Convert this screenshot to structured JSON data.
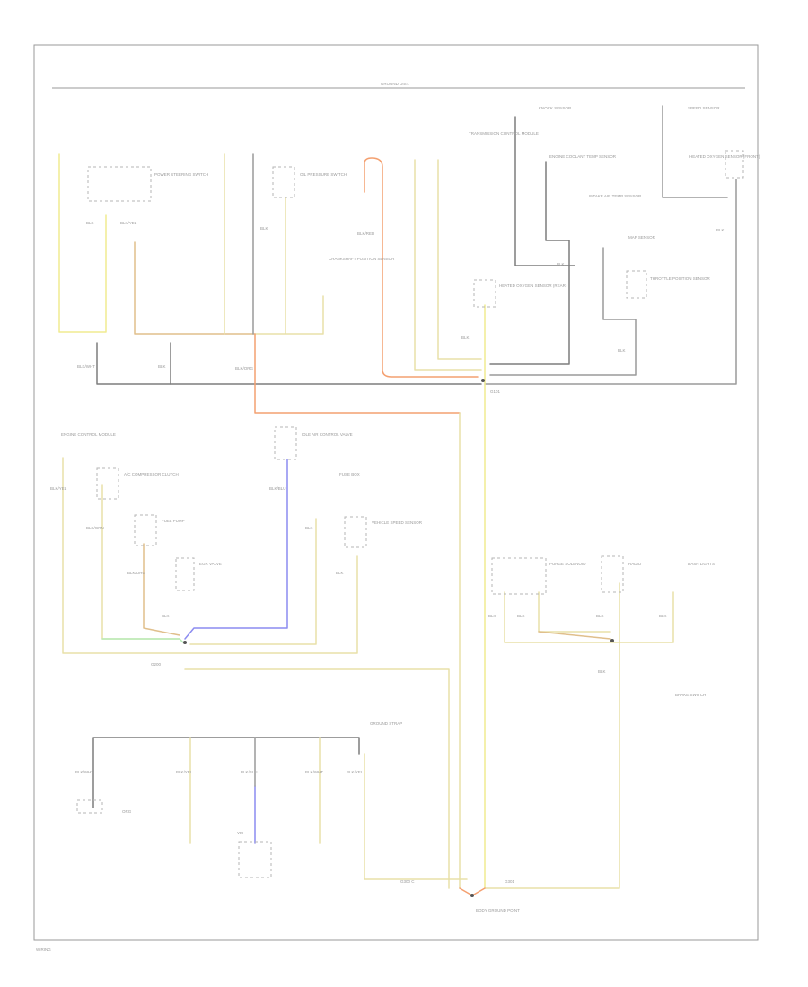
{
  "header": {
    "title": "GROUND DIST."
  },
  "footer": {
    "page_ref": "WIRING"
  },
  "labels": {
    "gnd_main": "G101",
    "gnd_lower": "G200",
    "gnd_bottom_left": "G300 C",
    "gnd_bottom_right": "G301",
    "ground_bottom": "BODY GROUND POINT",
    "comp_power_steering": "POWER STEERING SWITCH",
    "comp_oil_pressure": "OIL PRESSURE SWITCH",
    "comp_tcm": "TRANSMISSION CONTROL MODULE",
    "comp_knock": "KNOCK SENSOR",
    "comp_ect": "ENGINE COOLANT TEMP SENSOR",
    "comp_iat": "INTAKE AIR TEMP SENSOR",
    "comp_map": "MAP SENSOR",
    "comp_speed": "SPEED SENSOR",
    "comp_o2_front": "HEATED OXYGEN SENSOR (FRONT)",
    "comp_o2_rear": "HEATED OXYGEN SENSOR (REAR)",
    "comp_tps": "THROTTLE POSITION SENSOR",
    "comp_ckp": "CRANKSHAFT POSITION SENSOR",
    "comp_ecm": "ENGINE CONTROL MODULE",
    "comp_idle": "IDLE AIR CONTROL VALVE",
    "comp_ac": "A/C COMPRESSOR CLUTCH",
    "comp_fuse": "FUSE BOX",
    "comp_fuel_pump": "FUEL PUMP",
    "comp_vss": "VEHICLE SPEED SENSOR",
    "comp_egr": "EGR VALVE",
    "comp_purge": "PURGE SOLENOID",
    "comp_radio": "RADIO",
    "comp_dash": "DASH LIGHTS",
    "comp_brake": "BRAKE SWITCH",
    "comp_ground_strap": "GROUND STRAP",
    "wire_blk": "BLK",
    "wire_blk_yel": "BLK/YEL",
    "wire_blk_red": "BLK/RED",
    "wire_blk_wht": "BLK/WHT",
    "wire_blk_blu": "BLK/BLU",
    "wire_blk_grn": "BLK/GRN",
    "wire_blk_org": "BLK/ORG",
    "wire_yel": "YEL",
    "wire_org": "ORG"
  },
  "colors": {
    "frame": "#9a9a9a",
    "wire_black": "#7d7d7d",
    "wire_gray": "#9a9a9a",
    "wire_yellow": "#e8e0a8",
    "wire_yellow_bright": "#f0ec90",
    "wire_orange": "#f4a070",
    "wire_tan": "#e0bf8c",
    "wire_blue": "#8c8cf0",
    "wire_green": "#b8ecb8",
    "label": "#999999"
  }
}
